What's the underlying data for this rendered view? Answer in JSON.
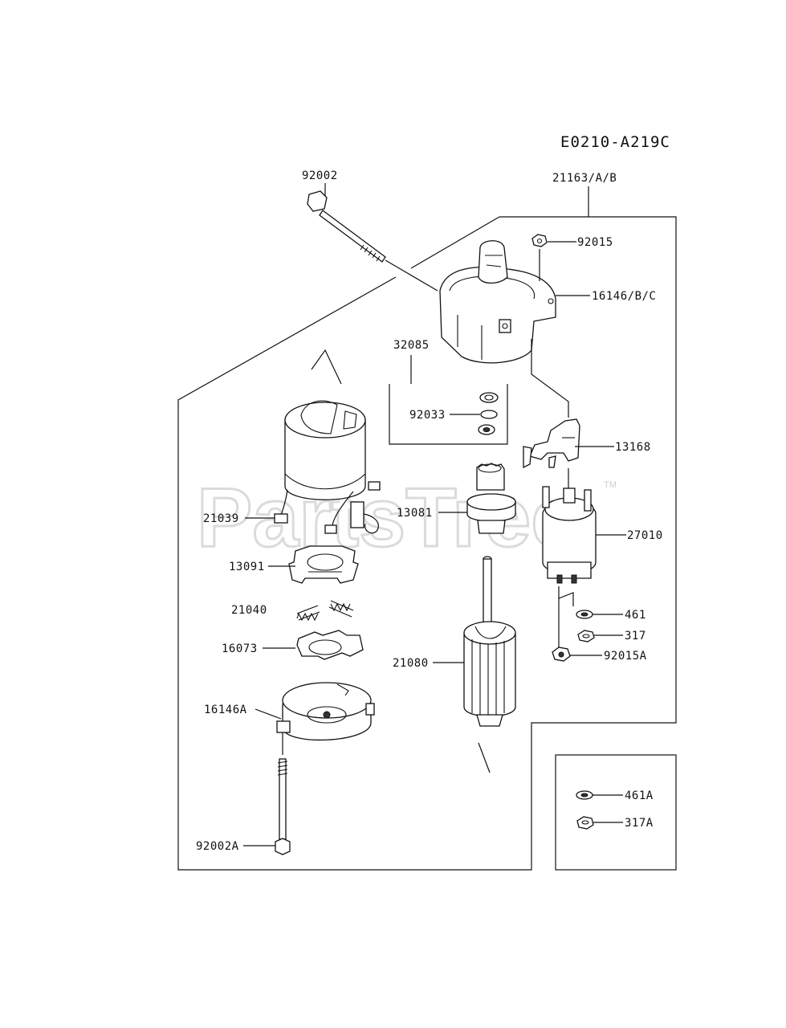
{
  "diagram": {
    "code": "E0210-A219C",
    "watermark": "PartsTree",
    "watermark_tm": "TM",
    "parts": {
      "p92002": "92002",
      "p21163": "21163/A/B",
      "p92015": "92015",
      "p16146": "16146/B/C",
      "p32085": "32085",
      "p92033": "92033",
      "p13168": "13168",
      "p21039": "21039",
      "p13081": "13081",
      "p27010": "27010",
      "p13091": "13091",
      "p21040": "21040",
      "p461": "461",
      "p317": "317",
      "p16073": "16073",
      "p92015A": "92015A",
      "p21080": "21080",
      "p16146A": "16146A",
      "p461A": "461A",
      "p317A": "317A",
      "p92002A": "92002A"
    }
  }
}
